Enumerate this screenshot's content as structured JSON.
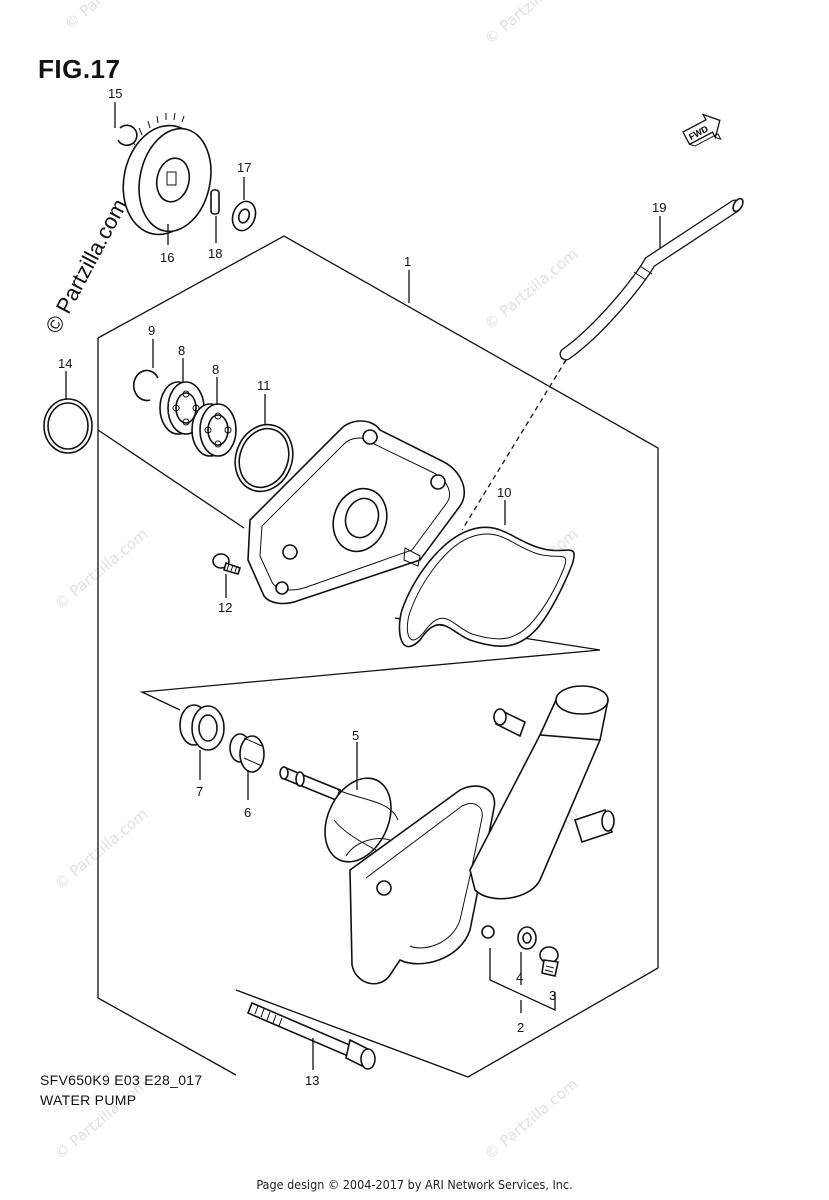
{
  "figure": {
    "title": "FIG.17"
  },
  "footer": {
    "code": "SFV650K9 E03 E28_017",
    "name": "WATER PUMP",
    "credit": "Page design © 2004-2017 by ARI Network Services, Inc."
  },
  "fwd_label": "FWD",
  "watermark_text": "© Partzilla.com",
  "callouts": [
    "1",
    "2",
    "3",
    "4",
    "5",
    "6",
    "7",
    "8",
    "8",
    "9",
    "10",
    "11",
    "12",
    "13",
    "14",
    "15",
    "16",
    "17",
    "18",
    "19"
  ]
}
